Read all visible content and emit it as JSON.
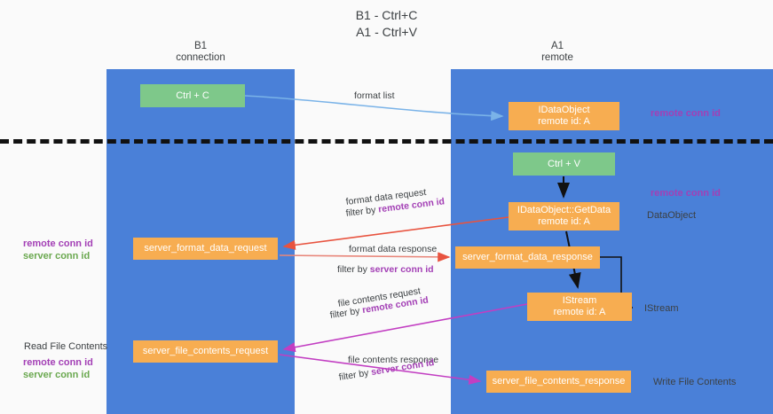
{
  "page": {
    "title": "B1 - Ctrl+C\nA1 - Ctrl+V",
    "background": "#fafafa"
  },
  "colors": {
    "lane": "#4a80d8",
    "node_green": "#7ec88a",
    "node_orange": "#f7ad51",
    "purple": "#a33fb5",
    "green_text": "#6aa84f",
    "arrow_blue": "#7ab3e8",
    "arrow_red": "#e8533f",
    "arrow_magenta": "#c23ec2",
    "arrow_black": "#111111",
    "separator": "#111111"
  },
  "lanes": [
    {
      "name": "b1",
      "title": "B1\nconnection"
    },
    {
      "name": "a1",
      "title": "A1\nremote"
    }
  ],
  "nodes": {
    "ctrl_c": "Ctrl + C",
    "idataobject": "IDataObject\nremote id: A",
    "ctrl_v": "Ctrl + V",
    "getdata": "IDataObject::GetData\nremote id: A",
    "server_format_data_request": "server_format_data_request",
    "server_format_data_response": "server_format_data_response",
    "istream": "IStream\nremote id: A",
    "server_file_contents_request": "server_file_contents_request",
    "server_file_contents_response": "server_file_contents_response"
  },
  "annotations": {
    "remote_conn_id_1": "remote conn id",
    "remote_conn_id_2": "remote conn id",
    "dataobject": "DataObject",
    "istream": "IStream",
    "write_file_contents": "Write File Contents",
    "read_file_contents": "Read File Contents",
    "left_ids_top": "remote conn id\nserver conn id",
    "left_ids_bottom": "remote conn id\nserver conn id"
  },
  "edge_labels": {
    "format_list": "format list",
    "format_data_request": "format data request",
    "format_data_request_filter_prefix": "filter by ",
    "format_data_request_filter_key": "remote conn id",
    "format_data_response": "format data response",
    "format_data_response_filter_prefix": "filter by ",
    "format_data_response_filter_key": "server conn id",
    "file_contents_request": "file contents request",
    "file_contents_request_filter_prefix": "filter by ",
    "file_contents_request_filter_key": "remote conn id",
    "file_contents_response": "file contents response",
    "file_contents_response_filter_prefix": "filter by ",
    "file_contents_response_filter_key": "server conn id"
  }
}
